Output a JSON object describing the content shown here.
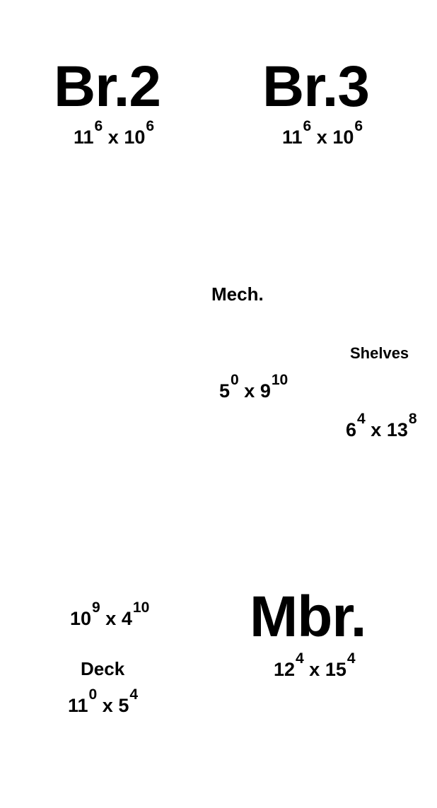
{
  "rooms": {
    "br2": {
      "name": "Br.2",
      "dim": {
        "a": "11",
        "a_sup": "6",
        "sep": "x",
        "b": "10",
        "b_sup": "6"
      }
    },
    "br3": {
      "name": "Br.3",
      "dim": {
        "a": "11",
        "a_sup": "6",
        "sep": "x",
        "b": "10",
        "b_sup": "6"
      }
    },
    "mech": {
      "name": "Mech.",
      "dim": {
        "a": "5",
        "a_sup": "0",
        "sep": "x",
        "b": "9",
        "b_sup": "10"
      }
    },
    "shelves": {
      "name": "Shelves",
      "dim": {
        "a": "6",
        "a_sup": "4",
        "sep": "x",
        "b": "13",
        "b_sup": "8"
      }
    },
    "closet": {
      "dim": {
        "a": "10",
        "a_sup": "9",
        "sep": "x",
        "b": "4",
        "b_sup": "10"
      }
    },
    "deck": {
      "name": "Deck",
      "dim": {
        "a": "11",
        "a_sup": "0",
        "sep": "x",
        "b": "5",
        "b_sup": "4"
      }
    },
    "mbr": {
      "name": "Mbr.",
      "dim": {
        "a": "12",
        "a_sup": "4",
        "sep": "x",
        "b": "15",
        "b_sup": "4"
      }
    }
  }
}
